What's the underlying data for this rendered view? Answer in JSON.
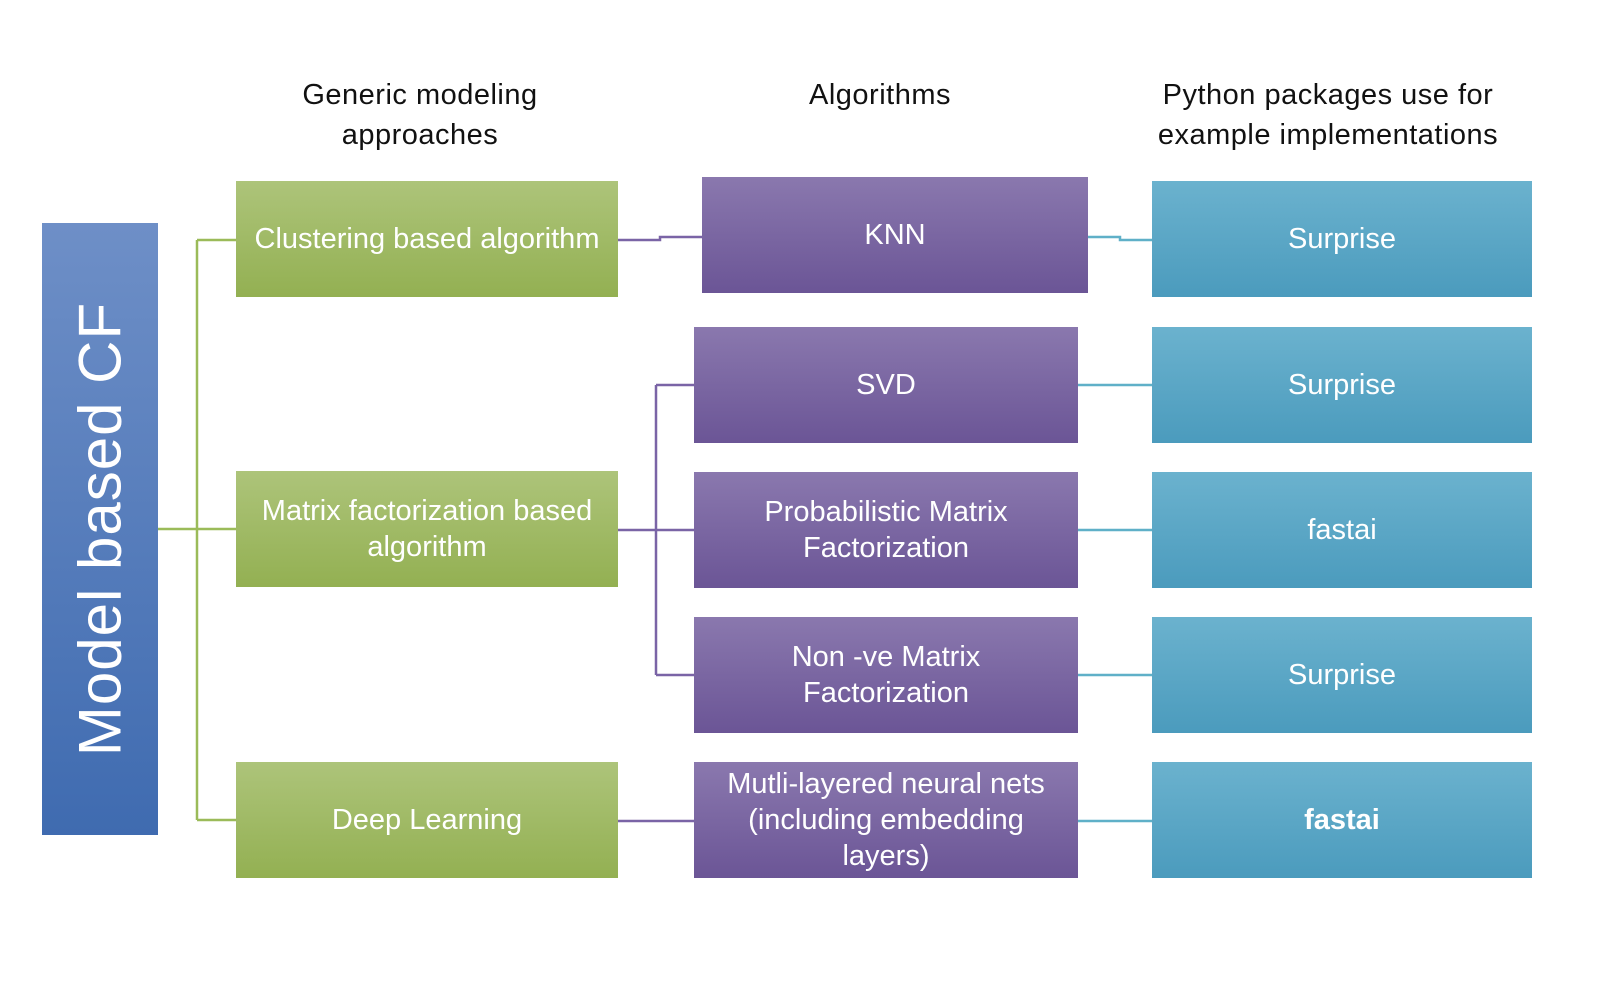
{
  "headers": {
    "approaches": "Generic modeling approaches",
    "algorithms": "Algorithms",
    "packages": "Python packages use for example implementations"
  },
  "root": {
    "label": "Model based CF"
  },
  "approaches": [
    "Clustering based algorithm",
    "Matrix factorization based algorithm",
    "Deep Learning"
  ],
  "algorithms": [
    "KNN",
    "SVD",
    "Probabilistic Matrix Factorization",
    "Non -ve Matrix Factorization",
    "Mutli-layered neural nets (including embedding layers)"
  ],
  "packages": [
    "Surprise",
    "Surprise",
    "fastai",
    "Surprise",
    "fastai"
  ],
  "colors": {
    "root": "#4f7bbd",
    "approach": "#9bb75e",
    "algorithm": "#7762a0",
    "package": "#58a6c5",
    "green_line": "#9bbb59",
    "purple_line": "#7a64a6",
    "blue_line": "#5fb0c8"
  }
}
